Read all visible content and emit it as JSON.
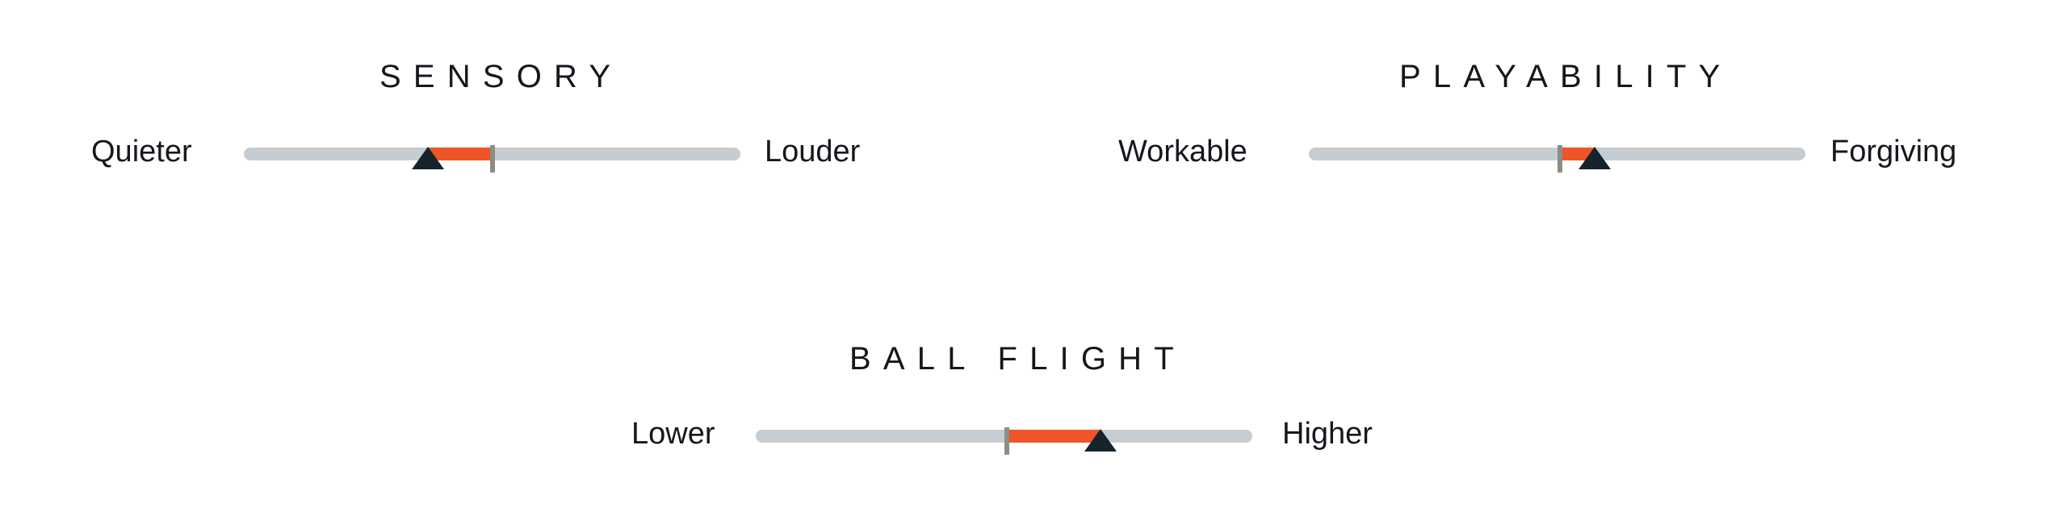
{
  "meters": [
    {
      "id": "sensory",
      "title": "SENSORY",
      "left_label": "Quieter",
      "right_label": "Louder",
      "baseline_value": 0.5,
      "current_value": 0.37,
      "colors": {
        "track": "#c5cdd2",
        "range": "#ee5528",
        "baseline": "#8d8d87",
        "pointer": "#15232b"
      }
    },
    {
      "id": "playability",
      "title": "PLAYABILITY",
      "left_label": "Workable",
      "right_label": "Forgiving",
      "baseline_value": 0.505,
      "current_value": 0.575,
      "colors": {
        "track": "#c5cdd2",
        "range": "#ee5528",
        "baseline": "#8d8d87",
        "pointer": "#15232b"
      }
    },
    {
      "id": "ball-flight",
      "title": "BALL FLIGHT",
      "left_label": "Lower",
      "right_label": "Higher",
      "baseline_value": 0.505,
      "current_value": 0.695,
      "colors": {
        "track": "#c5cdd2",
        "range": "#ee5528",
        "baseline": "#8d8d87",
        "pointer": "#15232b"
      }
    }
  ]
}
